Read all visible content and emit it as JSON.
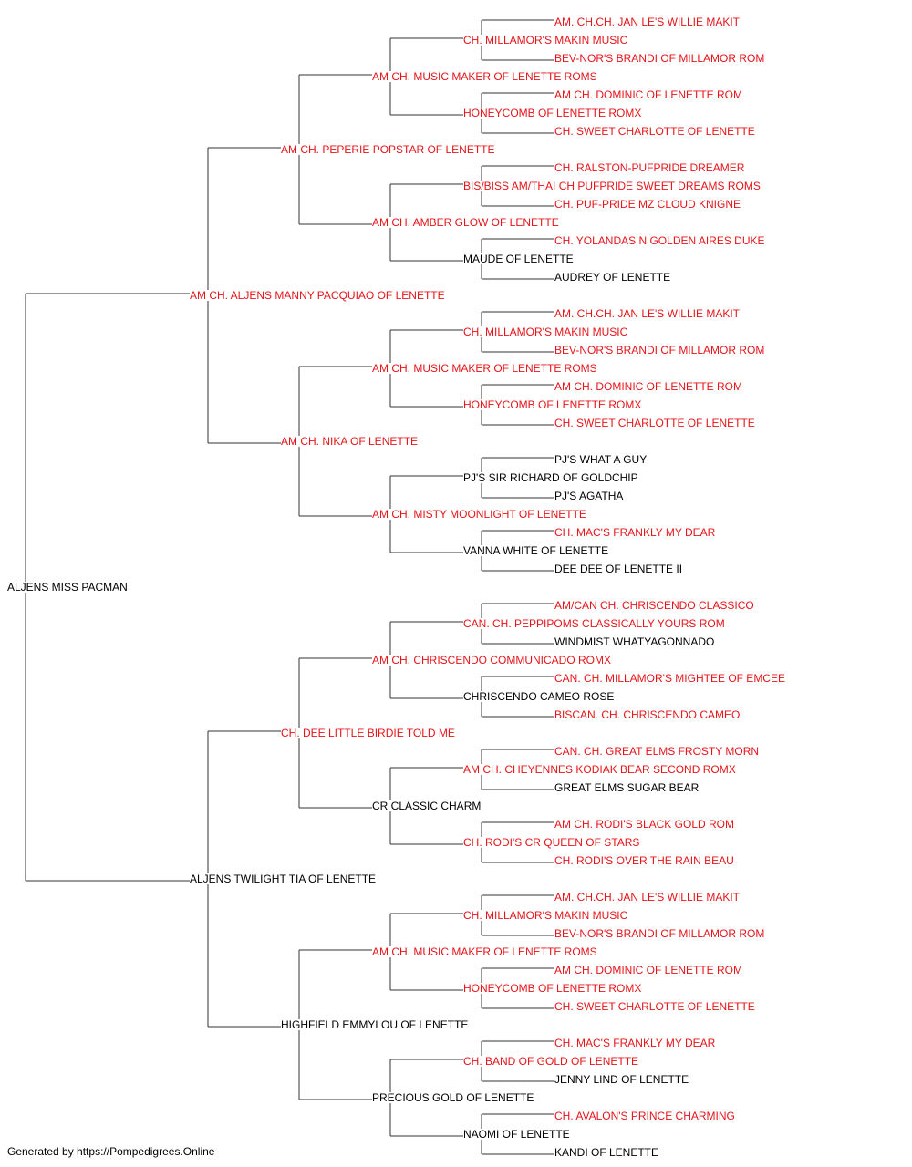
{
  "colors": {
    "titled": "#e8141a",
    "untitled": "#000000",
    "line": "#333333"
  },
  "footer": "Generated by https://Pompedigrees.Online",
  "pedigree": {
    "name": "ALJENS MISS PACMAN",
    "titled": false,
    "sire": {
      "name": "AM CH. ALJENS MANNY PACQUIAO OF LENETTE",
      "titled": true,
      "sire": {
        "name": "AM CH. PEPERIE POPSTAR OF LENETTE",
        "titled": true,
        "sire": {
          "name": "AM CH. MUSIC MAKER OF LENETTE ROMS",
          "titled": true,
          "sire": {
            "name": "CH. MILLAMOR'S MAKIN MUSIC",
            "titled": true,
            "sire": {
              "name": "AM. CH.CH. JAN LE'S WILLIE MAKIT",
              "titled": true
            },
            "dam": {
              "name": "BEV-NOR'S BRANDI OF MILLAMOR ROM",
              "titled": true
            }
          },
          "dam": {
            "name": "HONEYCOMB OF LENETTE ROMX",
            "titled": true,
            "sire": {
              "name": "AM CH. DOMINIC OF LENETTE ROM",
              "titled": true
            },
            "dam": {
              "name": "CH. SWEET CHARLOTTE OF LENETTE",
              "titled": true
            }
          }
        },
        "dam": {
          "name": "AM CH. AMBER GLOW OF LENETTE",
          "titled": true,
          "sire": {
            "name": "BIS/BISS AM/THAI CH PUFPRIDE SWEET DREAMS ROMS",
            "titled": true,
            "sire": {
              "name": "CH. RALSTON-PUFPRIDE DREAMER",
              "titled": true
            },
            "dam": {
              "name": "CH. PUF-PRIDE MZ CLOUD KNIGNE",
              "titled": true
            }
          },
          "dam": {
            "name": "MAUDE OF LENETTE",
            "titled": false,
            "sire": {
              "name": "CH. YOLANDAS N GOLDEN AIRES DUKE",
              "titled": true
            },
            "dam": {
              "name": "AUDREY OF LENETTE",
              "titled": false
            }
          }
        }
      },
      "dam": {
        "name": "AM CH. NIKA OF LENETTE",
        "titled": true,
        "sire": {
          "name": "AM CH. MUSIC MAKER OF LENETTE ROMS",
          "titled": true,
          "sire": {
            "name": "CH. MILLAMOR'S MAKIN MUSIC",
            "titled": true,
            "sire": {
              "name": "AM. CH.CH. JAN LE'S WILLIE MAKIT",
              "titled": true
            },
            "dam": {
              "name": "BEV-NOR'S BRANDI OF MILLAMOR ROM",
              "titled": true
            }
          },
          "dam": {
            "name": "HONEYCOMB OF LENETTE ROMX",
            "titled": true,
            "sire": {
              "name": "AM CH. DOMINIC OF LENETTE ROM",
              "titled": true
            },
            "dam": {
              "name": "CH. SWEET CHARLOTTE OF LENETTE",
              "titled": true
            }
          }
        },
        "dam": {
          "name": "AM CH. MISTY MOONLIGHT OF LENETTE",
          "titled": true,
          "sire": {
            "name": "PJ'S SIR RICHARD OF GOLDCHIP",
            "titled": false,
            "sire": {
              "name": "PJ'S WHAT A GUY",
              "titled": false
            },
            "dam": {
              "name": "PJ'S AGATHA",
              "titled": false
            }
          },
          "dam": {
            "name": "VANNA WHITE OF LENETTE",
            "titled": false,
            "sire": {
              "name": "CH. MAC'S FRANKLY MY DEAR",
              "titled": true
            },
            "dam": {
              "name": "DEE DEE OF LENETTE II",
              "titled": false
            }
          }
        }
      }
    },
    "dam": {
      "name": "ALJENS TWILIGHT TIA OF LENETTE",
      "titled": false,
      "sire": {
        "name": "CH. DEE LITTLE BIRDIE TOLD ME",
        "titled": true,
        "sire": {
          "name": "AM CH. CHRISCENDO COMMUNICADO ROMX",
          "titled": true,
          "sire": {
            "name": "CAN. CH. PEPPIPOMS CLASSICALLY YOURS ROM",
            "titled": true,
            "sire": {
              "name": "AM/CAN CH. CHRISCENDO CLASSICO",
              "titled": true
            },
            "dam": {
              "name": "WINDMIST WHATYAGONNADO",
              "titled": false
            }
          },
          "dam": {
            "name": "CHRISCENDO CAMEO ROSE",
            "titled": false,
            "sire": {
              "name": "CAN. CH. MILLAMOR'S MIGHTEE OF EMCEE",
              "titled": true
            },
            "dam": {
              "name": "BISCAN. CH. CHRISCENDO CAMEO",
              "titled": true
            }
          }
        },
        "dam": {
          "name": "CR CLASSIC CHARM",
          "titled": false,
          "sire": {
            "name": "AM CH. CHEYENNES KODIAK BEAR SECOND ROMX",
            "titled": true,
            "sire": {
              "name": "CAN. CH. GREAT ELMS FROSTY MORN",
              "titled": true
            },
            "dam": {
              "name": "GREAT ELMS SUGAR BEAR",
              "titled": false
            }
          },
          "dam": {
            "name": "CH. RODI'S CR QUEEN OF STARS",
            "titled": true,
            "sire": {
              "name": "AM CH. RODI'S BLACK GOLD ROM",
              "titled": true
            },
            "dam": {
              "name": "CH. RODI'S OVER THE RAIN BEAU",
              "titled": true
            }
          }
        }
      },
      "dam": {
        "name": "HIGHFIELD EMMYLOU OF LENETTE",
        "titled": false,
        "sire": {
          "name": "AM CH. MUSIC MAKER OF LENETTE ROMS",
          "titled": true,
          "sire": {
            "name": "CH. MILLAMOR'S MAKIN MUSIC",
            "titled": true,
            "sire": {
              "name": "AM. CH.CH. JAN LE'S WILLIE MAKIT",
              "titled": true
            },
            "dam": {
              "name": "BEV-NOR'S BRANDI OF MILLAMOR ROM",
              "titled": true
            }
          },
          "dam": {
            "name": "HONEYCOMB OF LENETTE ROMX",
            "titled": true,
            "sire": {
              "name": "AM CH. DOMINIC OF LENETTE ROM",
              "titled": true
            },
            "dam": {
              "name": "CH. SWEET CHARLOTTE OF LENETTE",
              "titled": true
            }
          }
        },
        "dam": {
          "name": "PRECIOUS GOLD OF LENETTE",
          "titled": false,
          "sire": {
            "name": "CH. BAND OF GOLD OF LENETTE",
            "titled": true,
            "sire": {
              "name": "CH. MAC'S FRANKLY MY DEAR",
              "titled": true
            },
            "dam": {
              "name": "JENNY LIND OF LENETTE",
              "titled": false
            }
          },
          "dam": {
            "name": "NAOMI OF LENETTE",
            "titled": false,
            "sire": {
              "name": "CH. AVALON'S PRINCE CHARMING",
              "titled": true
            },
            "dam": {
              "name": "KANDI OF LENETTE",
              "titled": false
            }
          }
        }
      }
    }
  }
}
